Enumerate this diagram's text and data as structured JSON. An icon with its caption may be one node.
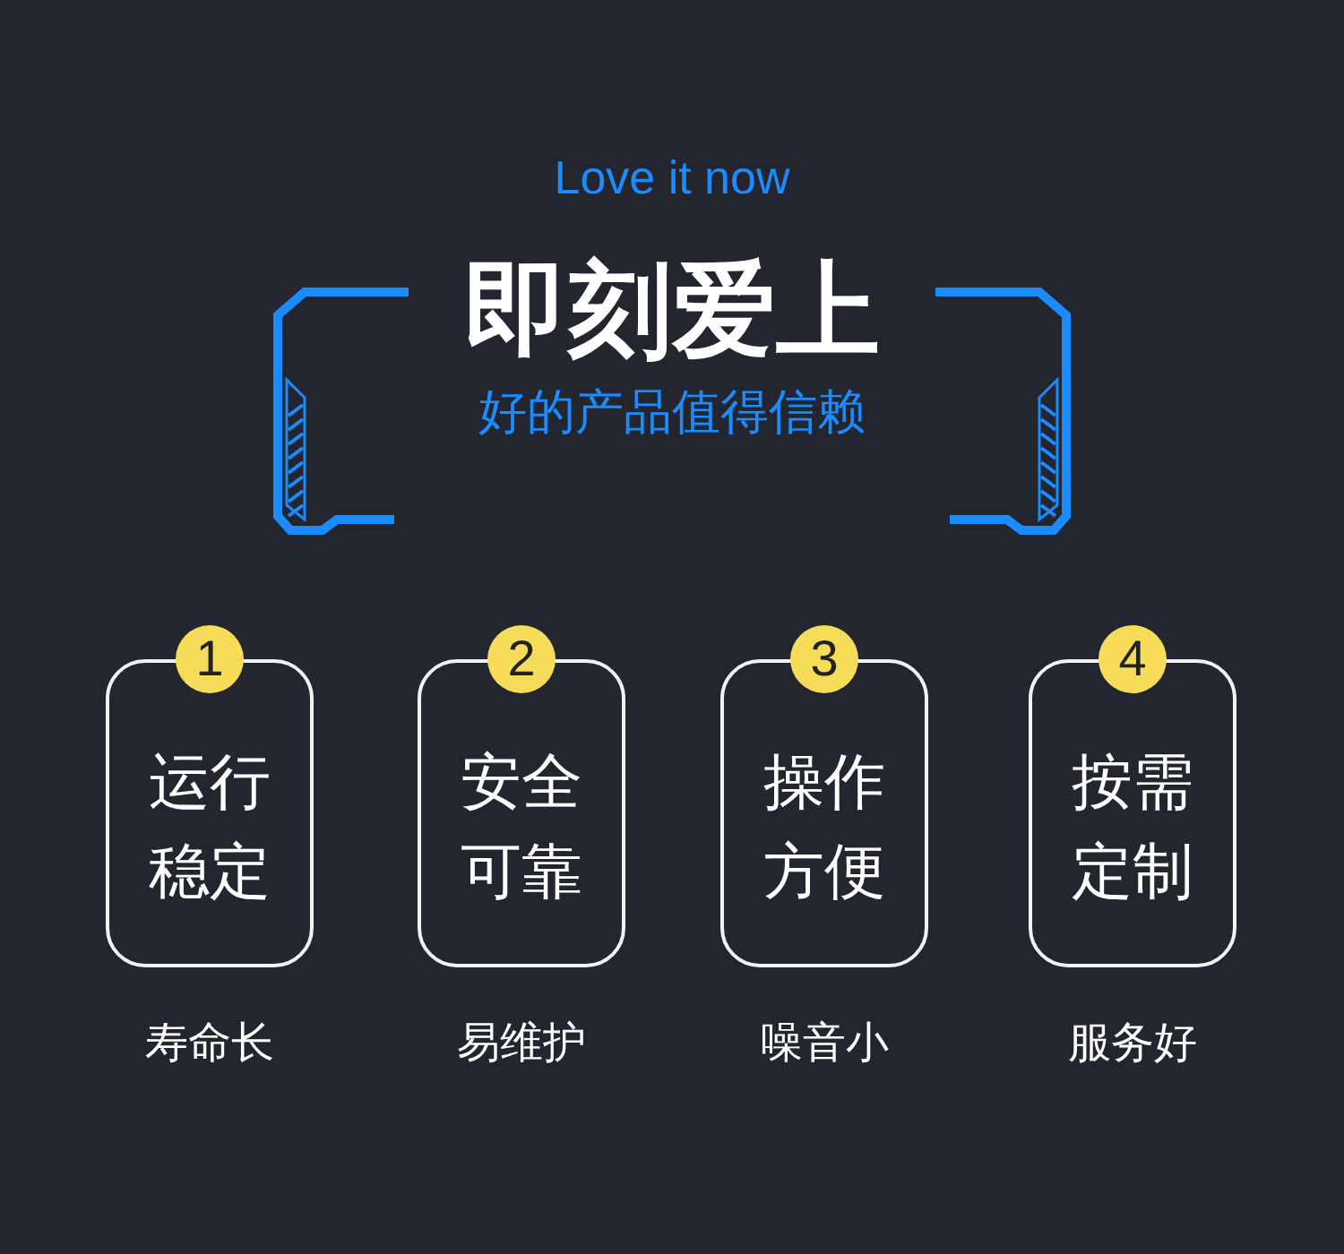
{
  "diagram": {
    "title": "即刻爱上",
    "nodes": [
      {
        "text": [
          "1",
          "运行稳定"
        ],
        "beside": [
          "寿命长"
        ]
      },
      {
        "text": [
          "2",
          "安全可靠"
        ],
        "beside": [
          "易维护"
        ]
      },
      {
        "text": [
          "3",
          "操作方便"
        ],
        "beside": [
          "噪音小"
        ]
      },
      {
        "text": [
          "4",
          "按需定制"
        ],
        "beside": [
          "服务好"
        ]
      }
    ],
    "labels": [
      "Love it now",
      "好的产品值得信赖"
    ]
  }
}
